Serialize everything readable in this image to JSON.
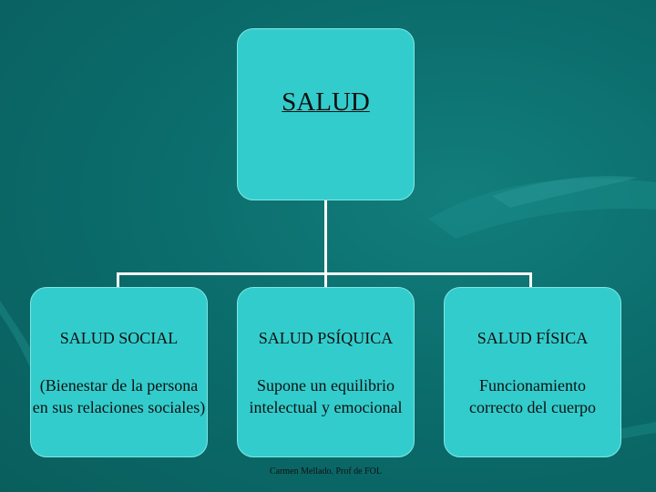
{
  "colors": {
    "background": "#0b6e6e",
    "box_fill": "#33cccc",
    "connector": "#ffffff",
    "text": "#111111"
  },
  "root": {
    "label": "SALUD"
  },
  "children": [
    {
      "heading": "SALUD SOCIAL",
      "desc_line1": "(Bienestar de la persona",
      "desc_line2": "en sus relaciones sociales)"
    },
    {
      "heading": "SALUD PSÍQUICA",
      "desc_line1": "Supone un equilibrio",
      "desc_line2": "intelectual y emocional"
    },
    {
      "heading": "SALUD FÍSICA",
      "desc_line1": "Funcionamiento",
      "desc_line2": "correcto del cuerpo"
    }
  ],
  "footer": "Carmen Mellado. Prof de FOL"
}
